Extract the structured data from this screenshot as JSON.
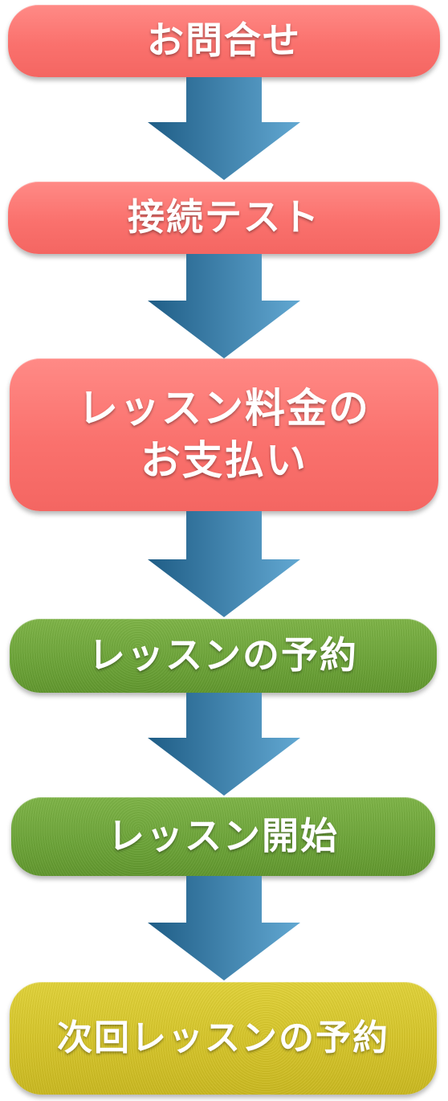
{
  "steps": [
    {
      "label": "お問合せ",
      "color": "#fa716d"
    },
    {
      "label": "接続テスト",
      "color": "#fa716d"
    },
    {
      "label": "レッスン料金の\nお支払い",
      "color": "#fa716d"
    },
    {
      "label": "レッスンの予約",
      "color": "#6ea63a"
    },
    {
      "label": "レッスン開始",
      "color": "#6ea63a"
    },
    {
      "label": "次回レッスンの予約",
      "color": "#d6c52a"
    }
  ],
  "arrow": {
    "icon": "down-arrow-icon",
    "color_dark": "#1f5d86",
    "color_light": "#62a8d2"
  }
}
